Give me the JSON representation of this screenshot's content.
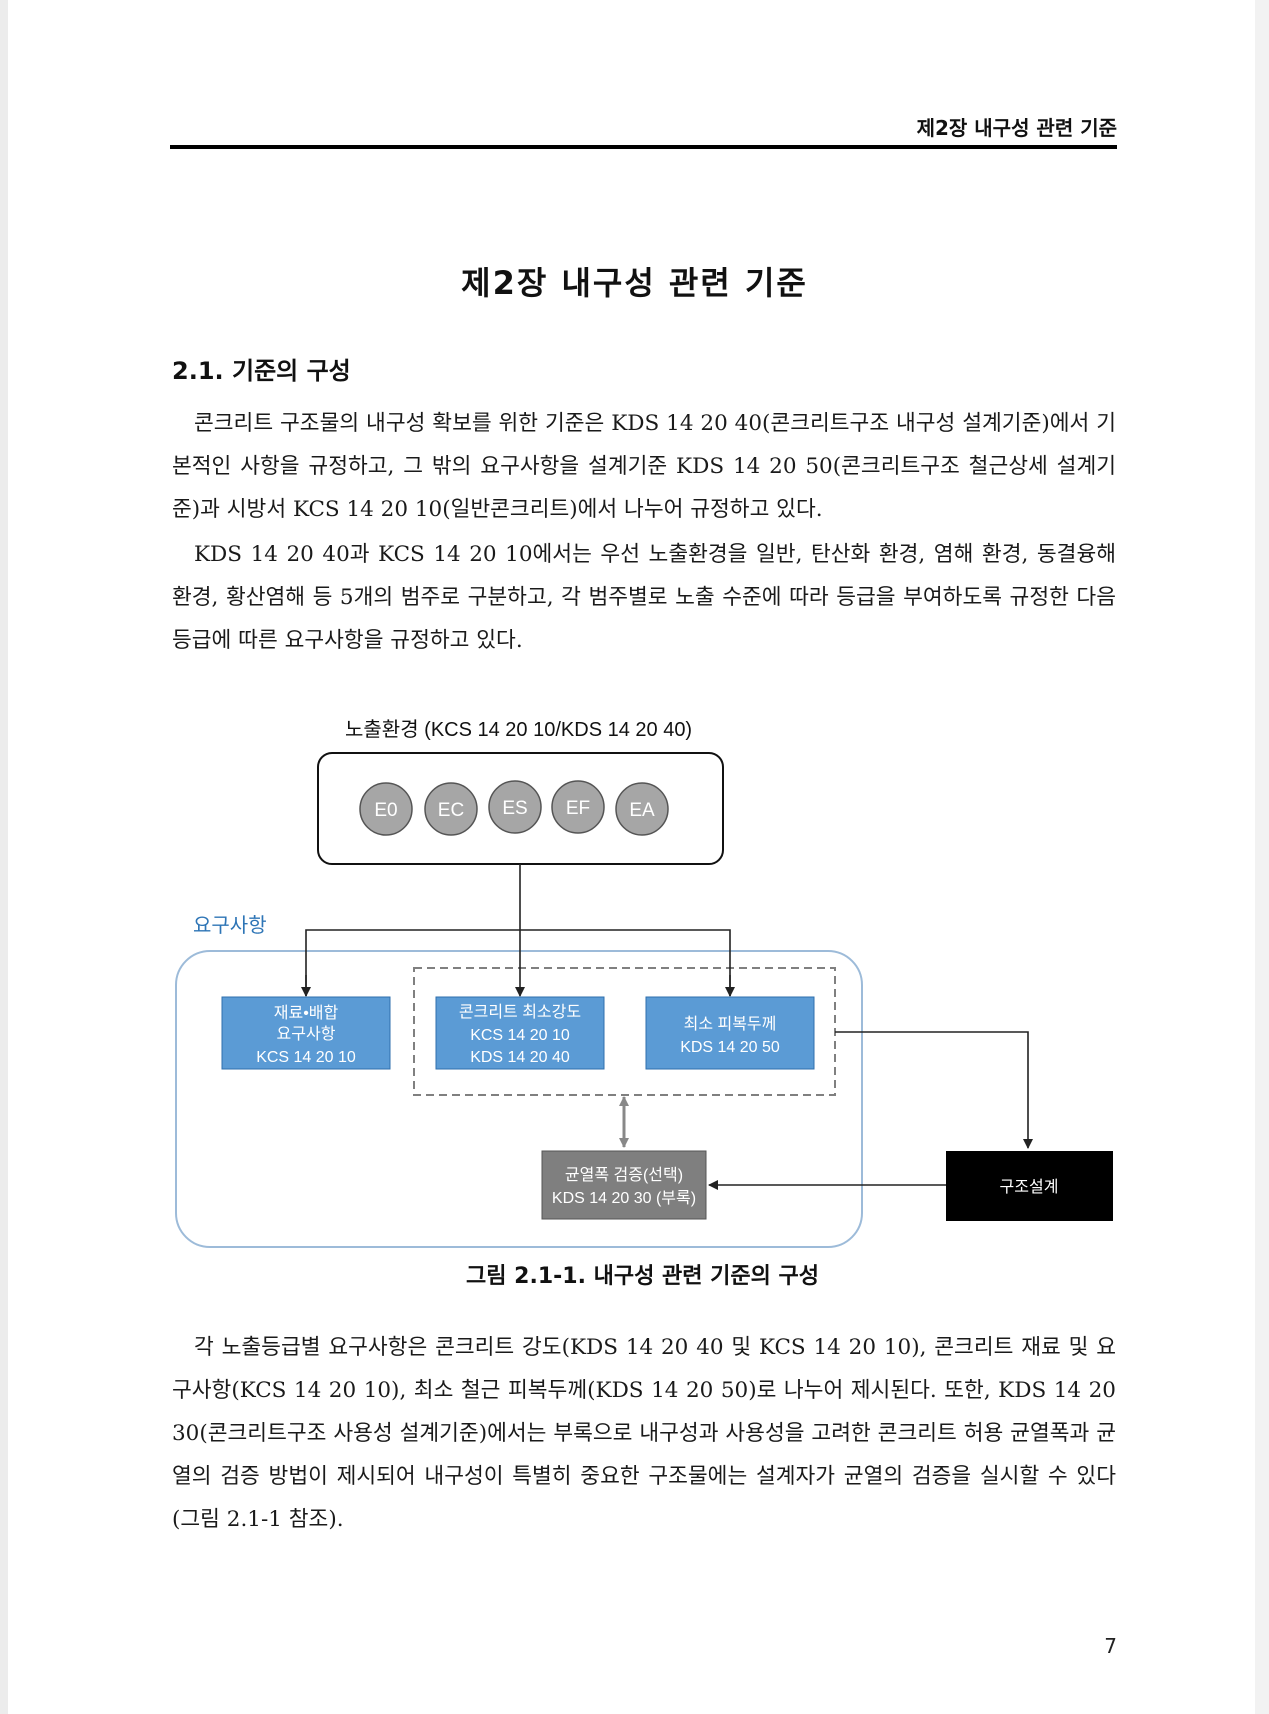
{
  "running_head": "제2장 내구성 관련 기준",
  "chapter_title": "제2장 내구성 관련 기준",
  "section_heading": "2.1. 기준의 구성",
  "paragraphs": [
    "콘크리트 구조물의 내구성 확보를 위한 기준은 KDS 14 20 40(콘크리트구조 내구성 설계기준)에서 기본적인 사항을 규정하고, 그 밖의 요구사항을 설계기준 KDS 14 20 50(콘크리트구조 철근상세 설계기준)과 시방서 KCS 14 20 10(일반콘크리트)에서 나누어 규정하고 있다.",
    "KDS 14 20 40과 KCS 14 20 10에서는 우선 노출환경을 일반, 탄산화 환경, 염해 환경, 동결융해 환경, 황산염해 등 5개의 범주로 구분하고, 각 범주별로 노출 수준에 따라 등급을 부여하도록 규정한 다음 등급에 따른 요구사항을 규정하고 있다.",
    "각 노출등급별 요구사항은 콘크리트 강도(KDS 14 20 40 및 KCS 14 20 10), 콘크리트 재료 및 요구사항(KCS 14 20 10), 최소 철근 피복두께(KDS 14 20 50)로 나누어 제시된다. 또한, KDS 14 20 30(콘크리트구조 사용성 설계기준)에서는 부록으로 내구성과 사용성을 고려한 콘크리트 허용 균열폭과 균열의 검증 방법이 제시되어 내구성이 특별히 중요한 구조물에는 설계자가 균열의 검증을 실시할 수 있다(그림 2.1-1 참조)."
  ],
  "figure": {
    "exposure_label": "노출환경 (KCS 14 20 10/KDS 14 20 40)",
    "exposure_classes": [
      "E0",
      "EC",
      "ES",
      "EF",
      "EA"
    ],
    "requirements_label": "요구사항",
    "box_material": [
      "재료•배합",
      "요구사항",
      "KCS 14 20 10"
    ],
    "box_strength": [
      "콘크리트 최소강도",
      "KCS 14 20 10",
      "KDS 14 20 40"
    ],
    "box_cover": [
      "최소 피복두께",
      "KDS 14 20 50"
    ],
    "box_crack": [
      "균열폭 검증(선택)",
      "KDS 14 20 30 (부록)"
    ],
    "box_design": "구조설계",
    "colors": {
      "blue_box": "#5b9bd5",
      "gray_box": "#7f7f7f",
      "circle_fill": "#a6a6a6",
      "black_box": "#000000",
      "container_border": "#9dbbd9",
      "requirements_text": "#2e75b6"
    }
  },
  "caption": "그림 2.1-1. 내구성 관련 기준의 구성",
  "page_number": "7"
}
